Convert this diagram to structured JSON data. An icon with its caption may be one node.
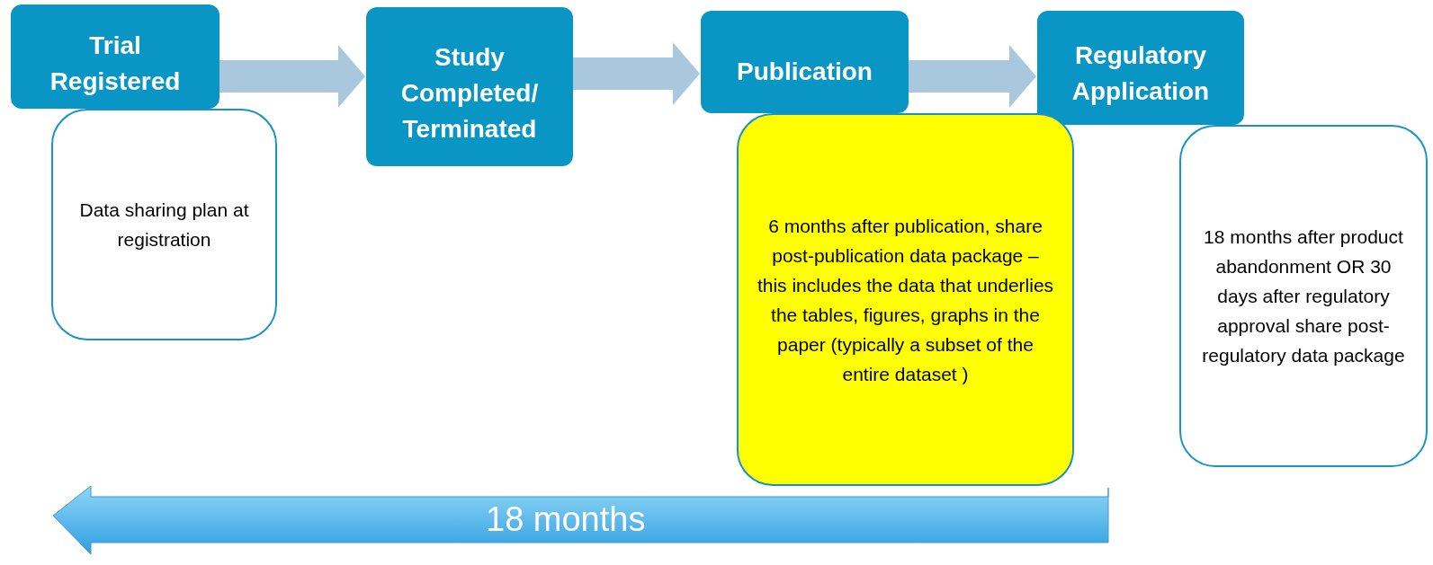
{
  "diagram": {
    "nodes": [
      {
        "text": [
          "Trial Registered"
        ]
      },
      {
        "text": [
          "Study Completed/ Terminated"
        ]
      },
      {
        "text": [
          "Publication"
        ]
      },
      {
        "text": [
          "Regulatory Application"
        ]
      },
      {
        "text": [
          "Data sharing plan at registration"
        ]
      },
      {
        "text": [
          "6 months after publication, share post-publication data package – this includes the data that underlies the tables, figures, graphs in the paper (typically a subset of the entire dataset )"
        ]
      },
      {
        "text": [
          "18 months after product abandonment OR 30 days after regulatory approval share post-regulatory data package"
        ]
      }
    ],
    "edges": [
      {
        "from": 0,
        "to": 1,
        "arrow": "to"
      },
      {
        "from": 1,
        "to": 2,
        "arrow": "to"
      },
      {
        "from": 2,
        "to": 3,
        "arrow": "to"
      }
    ],
    "labels": [
      "18 months"
    ]
  }
}
